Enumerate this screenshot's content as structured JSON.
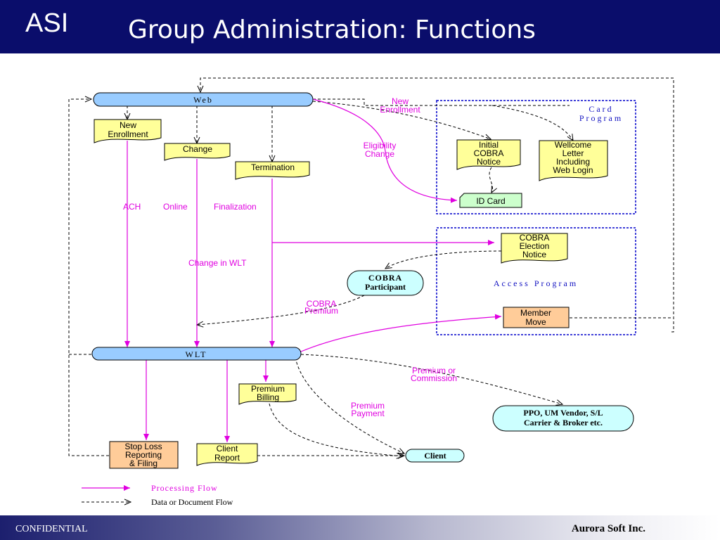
{
  "header": {
    "logo": "ASI",
    "title": "Group Administration: Functions"
  },
  "footer": {
    "left": "CONFIDENTIAL",
    "right": "Aurora Soft Inc."
  },
  "diagram": {
    "web": "Web",
    "wlt": "WLT",
    "new_enrollment_l1": "New",
    "new_enrollment_l2": "Enrollment",
    "change": "Change",
    "termination": "Termination",
    "ach": "ACH",
    "online": "Online",
    "finalization": "Finalization",
    "change_in_wlt": "Change in WLT",
    "cobra_participant_l1": "COBRA",
    "cobra_participant_l2": "Participant",
    "cobra_premium_l1": "COBRA",
    "cobra_premium_l2": "Premium",
    "eligibility_l1": "Eligibility",
    "eligibility_l2": "Change",
    "card_program_l1": "Card",
    "card_program_l2": "Program",
    "initial_cobra_l1": "Initial",
    "initial_cobra_l2": "COBRA",
    "initial_cobra_l3": "Notice",
    "welcome_l1": "Wellcome",
    "welcome_l2": "Letter",
    "welcome_l3": "Including",
    "welcome_l4": "Web Login",
    "id_card": "ID Card",
    "cobra_election_l1": "COBRA",
    "cobra_election_l2": "Election",
    "cobra_election_l3": "Notice",
    "access_program": "Access Program",
    "member_move_l1": "Member",
    "member_move_l2": "Move",
    "premium_commission_l1": "Premium or",
    "premium_commission_l2": "Commission",
    "premium_billing_l1": "Premium",
    "premium_billing_l2": "Billing",
    "premium_payment_l1": "Premium",
    "premium_payment_l2": "Payment",
    "vendor_l1": "PPO, UM Vendor, S/L",
    "vendor_l2": "Carrier & Broker etc.",
    "stop_loss_l1": "Stop Loss",
    "stop_loss_l2": "Reporting",
    "stop_loss_l3": "& Filing",
    "client_report_l1": "Client",
    "client_report_l2": "Report",
    "client": "Client"
  },
  "legend": {
    "processing_flow": "Processing Flow",
    "data_flow": "Data or Document Flow"
  },
  "colors": {
    "header_bg": "#0a0d6b",
    "process_flow": "#e000e0",
    "doc_box": "#ffff99",
    "id_card": "#ccffcc",
    "orange_box": "#ffcc99",
    "cyan_node": "#ccffff",
    "pipe": "#99ccff",
    "program_border": "#0000cc"
  }
}
